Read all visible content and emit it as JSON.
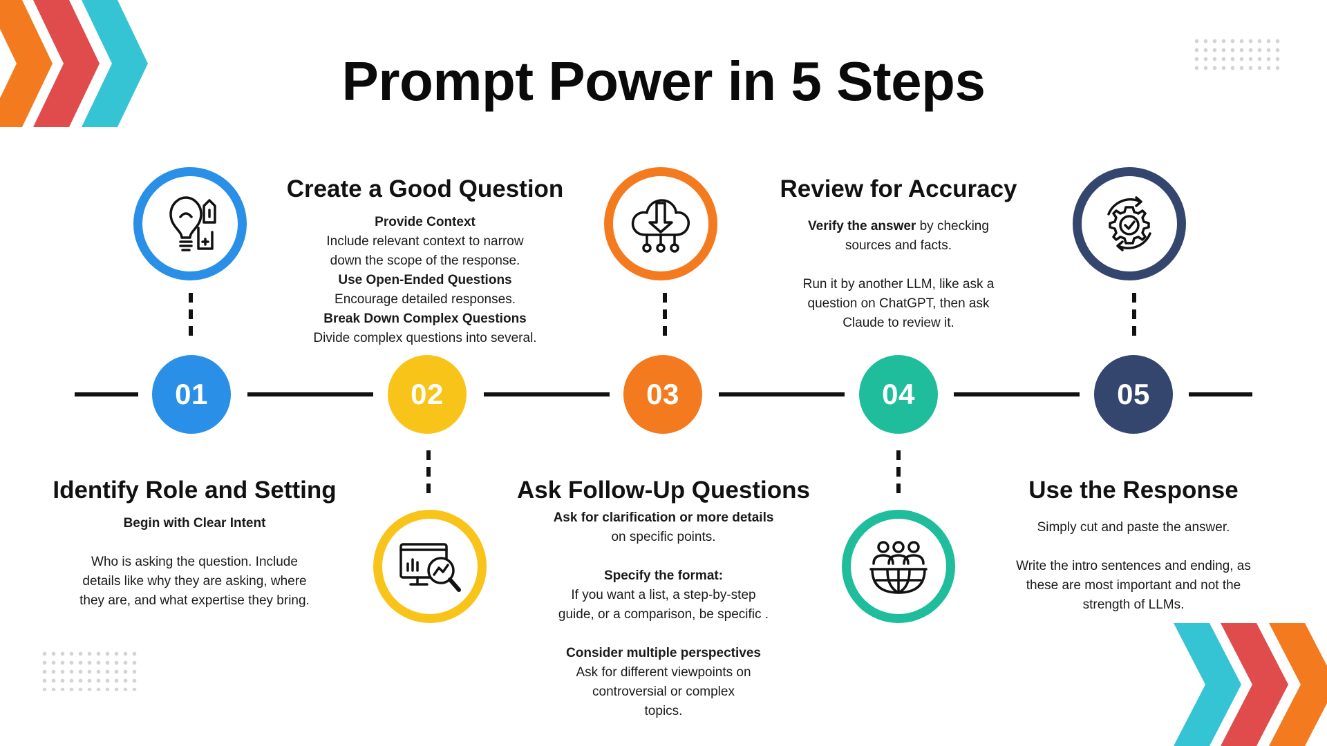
{
  "title": "Prompt Power in 5 Steps",
  "colors": {
    "blue": "#2a8fe6",
    "yellow": "#f9c41a",
    "orange": "#f47a1f",
    "teal": "#1fbd9b",
    "navy": "#34466e",
    "red": "#e04b4b",
    "cyan": "#35c4d3"
  },
  "steps": [
    {
      "number": "01",
      "heading": "Identify Role and Setting",
      "icon": "lightbulb-pen-icon",
      "subheading": "Begin with Clear Intent",
      "body": "Who is asking the question. Include details like why they are asking, where they are, and what expertise they bring."
    },
    {
      "number": "02",
      "heading": "Create a Good Question",
      "icon": "analytics-magnifier-icon",
      "points": [
        {
          "label": "Provide Context",
          "text": "Include relevant context to narrow down the scope of the response."
        },
        {
          "label": "Use Open-Ended Questions",
          "text": "Encourage detailed responses."
        },
        {
          "label": "Break Down Complex Questions",
          "text": "Divide complex questions into several."
        }
      ]
    },
    {
      "number": "03",
      "heading": "Ask Follow-Up Questions",
      "icon": "cloud-download-icon",
      "p1_bold": "Ask for clarification or more details",
      "p1_rest": " on specific points.",
      "p2_label": "Specify the format:",
      "p2_text": "If you want a list, a step-by-step guide, or a comparison, be specific .",
      "p3_label": "Consider multiple perspectives",
      "p3_text": "Ask for different viewpoints on controversial or complex topics."
    },
    {
      "number": "04",
      "heading": "Review for Accuracy",
      "icon": "global-team-icon",
      "p1_bold": "Verify the answer",
      "p1_rest": " by checking sources and facts.",
      "p2": "Run it by another LLM, like ask a question on ChatGPT, then ask Claude to review it."
    },
    {
      "number": "05",
      "heading": "Use the Response",
      "icon": "gear-check-cycle-icon",
      "p1": "Simply cut and paste the answer.",
      "p2": "Write the intro sentences and ending, as these are most important and not the strength of LLMs."
    }
  ]
}
